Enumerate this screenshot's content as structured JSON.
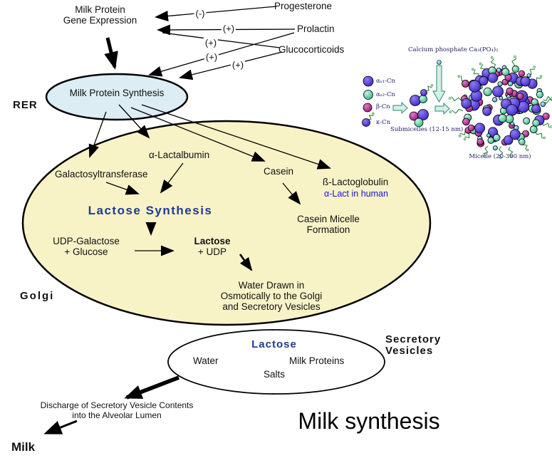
{
  "title": "Milk synthesis",
  "signs": {
    "negative": "(-)",
    "positive": "(+)"
  },
  "hormones": {
    "progesterone": "Progesterone",
    "prolactin": "Prolactin",
    "glucocorticoids": "Glucocorticoids"
  },
  "nodes": {
    "gene_expression_1": "Milk Protein",
    "gene_expression_2": "Gene Expression",
    "rer": "RER",
    "milk_protein_synthesis": "Milk Protein Synthesis",
    "galactosyltransferase": "Galactosyltransferase",
    "alpha_lactalbumin": "α-Lactalbumin",
    "casein": "Casein",
    "beta_lactoglobulin": "ß-Lactoglobulin",
    "alpha_lact_in_human": "α-Lact in human",
    "lactose_synthesis": "Lactose Synthesis",
    "udp_galactose": "UDP-Galactose",
    "plus_glucose": "+ Glucose",
    "lactose_bold": "Lactose",
    "plus_udp": "+ UDP",
    "casein_micelle_1": "Casein Micelle",
    "casein_micelle_2": "Formation",
    "water_drawn_1": "Water Drawn in",
    "water_drawn_2": "Osmotically to the Golgi",
    "water_drawn_3": "and Secretory Vesicles",
    "golgi": "Golgi"
  },
  "vesicle": {
    "lactose": "Lactose",
    "water": "Water",
    "milk_proteins": "Milk Proteins",
    "salts": "Salts",
    "label_1": "Secretory",
    "label_2": "Vesicles"
  },
  "bottom": {
    "discharge_1": "Discharge of Secretory Vesicle Contents",
    "discharge_2": "into the Alveolar Lumen",
    "milk": "Milk"
  },
  "inset": {
    "calcium_phosphate": "Calcium phosphate Ca₃(PO₄)₂",
    "legend": [
      {
        "swatch": "casein-blue",
        "label": "αₛ₁-Cn"
      },
      {
        "swatch": "casein-green",
        "label": "αₛ₂-Cn"
      },
      {
        "swatch": "casein-magenta",
        "label": "β-Cn"
      },
      {
        "swatch": "casein-kappa",
        "label": "κ-Cn"
      }
    ],
    "submicelles_caption": "Submicelles (12-15 nm)",
    "micelle_caption": "Micelle (20-300 nm)"
  },
  "colors": {
    "golgi_fill": "#f8f3c7",
    "rer_fill": "#dcedf3",
    "vesicle_fill": "#ffffff",
    "line_ink": "#000000",
    "blue_heading": "#1f3a93",
    "blue_note": "#1616cc",
    "casein_blue": "#3a22c8",
    "casein_blue_light": "#8f7cf0",
    "casein_green": "#2eb285",
    "casein_green_light": "#c8f5e0",
    "casein_magenta": "#9c1070",
    "casein_magenta_light": "#e07ac8",
    "casein_cyan": "#28a8c8",
    "casein_cyan_light": "#c0f0fa",
    "hair_green": "#1e7a30",
    "block_arrow_fill": "#d4f0e4",
    "block_arrow_stroke": "#2a8a74"
  }
}
